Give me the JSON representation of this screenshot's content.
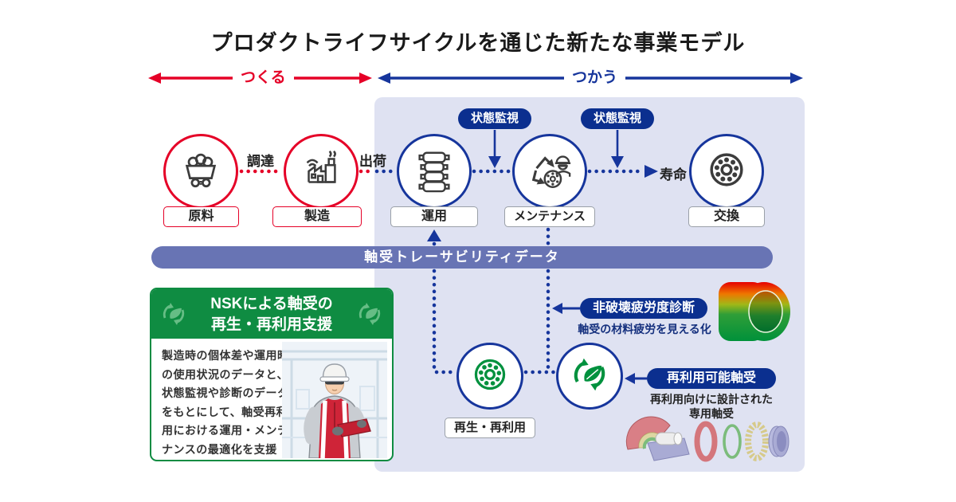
{
  "title": "プロダクトライフサイクルを通じた新たな事業モデル",
  "phases": {
    "make": "つくる",
    "use": "つかう"
  },
  "flow": {
    "nodes": [
      {
        "id": "raw-material",
        "label": "原料",
        "icon": "minecart-icon"
      },
      {
        "id": "manufacturing",
        "label": "製造",
        "icon": "factory-icon"
      },
      {
        "id": "operation",
        "label": "運用",
        "icon": "rollers-icon"
      },
      {
        "id": "maintenance",
        "label": "メンテナンス",
        "icon": "maintenance-worker-icon"
      },
      {
        "id": "replacement",
        "label": "交換",
        "icon": "bearing-icon"
      },
      {
        "id": "regeneration",
        "label": "再生・再利用",
        "icon": "green-bearing-icon"
      },
      {
        "id": "recycle",
        "label": "",
        "icon": "recycle-leaf-icon"
      }
    ],
    "edge_labels": {
      "procurement": "調達",
      "shipment": "出荷",
      "lifetime": "寿命"
    },
    "condition_monitoring_1": "状態監視",
    "condition_monitoring_2": "状態監視"
  },
  "traceability_bar": {
    "label": "軸受トレーサビリティデータ"
  },
  "nsk_support_box": {
    "title_line1": "NSKによる軸受の",
    "title_line2": "再生・再利用支援",
    "body": "製造時の個体差や運用時の使用状況のデータと、状態監視や診断のデータをもとにして、軸受再利用における運用・メンテナンスの最適化を支援"
  },
  "fatigue_diagnosis": {
    "label": "非破壊疲労度診断",
    "description": "軸受の材料疲労を見える化"
  },
  "reusable_bearing": {
    "label": "再利用可能軸受",
    "description_line1": "再利用向けに設計された",
    "description_line2": "専用軸受"
  },
  "colors": {
    "make_red": "#e50027",
    "use_blue": "#16359c",
    "pill_navy": "#0b2f8f",
    "panel_lavender": "#dfe2f2",
    "trace_bar_purple": "#6874b4",
    "nsk_green": "#0f8c42",
    "icon_green": "#00913e",
    "fatigue_gradient": [
      "#e60000",
      "#ee7700",
      "#a0b818",
      "#00913a"
    ]
  }
}
